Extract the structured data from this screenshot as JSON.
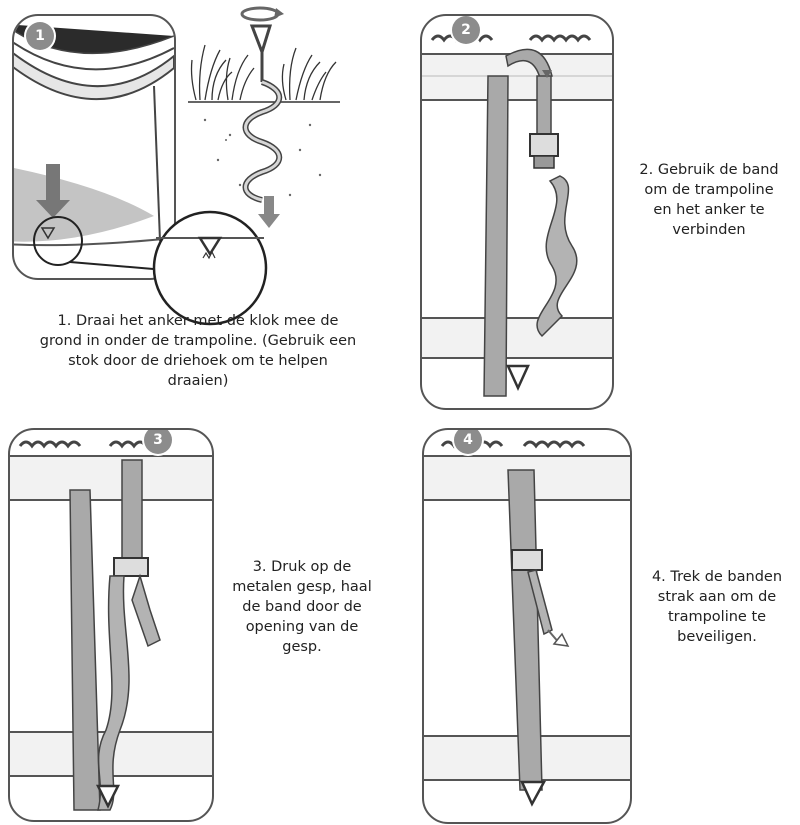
{
  "steps": [
    {
      "number": "1",
      "caption_lines": [
        "1. Draai het anker met de klok mee de",
        "grond in onder de trampoline. (Gebruik een",
        "stok door de driehoek om te helpen",
        "draaien)"
      ]
    },
    {
      "number": "2",
      "caption_lines": [
        "2. Gebruik de band",
        "om de trampoline",
        "en het anker te",
        "verbinden"
      ]
    },
    {
      "number": "3",
      "caption_lines": [
        "3. Druk op de",
        "metalen gesp, haal",
        "de band door de",
        "opening van de",
        "gesp."
      ]
    },
    {
      "number": "4",
      "caption_lines": [
        "4. Trek de banden",
        "strak aan om de",
        "trampoline te",
        "beveiligen."
      ]
    }
  ],
  "colors": {
    "frame": "#555555",
    "strap": "#a9a9a9",
    "badge": "#8c8c8c",
    "trampoline_mat": "#2b2b2b",
    "shadow": "#c4c4c4"
  },
  "icons": [
    "rotate-arrow-icon",
    "down-arrow-icon",
    "anchor-icon",
    "buckle-icon"
  ]
}
